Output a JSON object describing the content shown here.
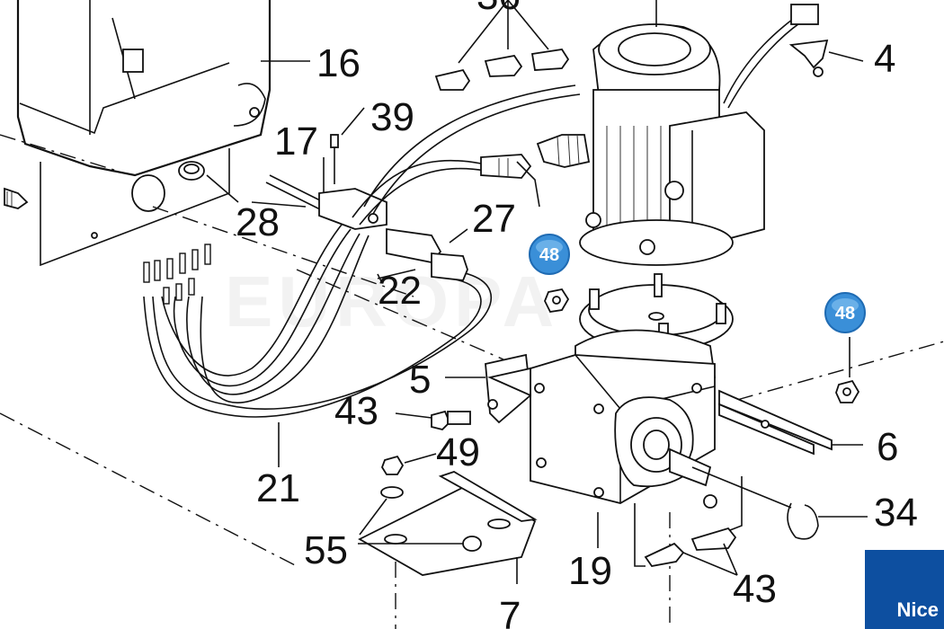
{
  "labels": {
    "l16": "16",
    "l39": "39",
    "l17": "17",
    "l28": "28",
    "l27": "27",
    "l22": "22",
    "l4": "4",
    "l5": "5",
    "l43a": "43",
    "l49": "49",
    "l21": "21",
    "l55": "55",
    "l6": "6",
    "l34": "34",
    "l19": "19",
    "l43b": "43",
    "l7": "7"
  },
  "badges": {
    "b1": "48",
    "b2": "48"
  },
  "brand": {
    "logo_text": "Nice",
    "logo_color": "#0d4fa0",
    "badge_color": "#3a8fd8"
  }
}
